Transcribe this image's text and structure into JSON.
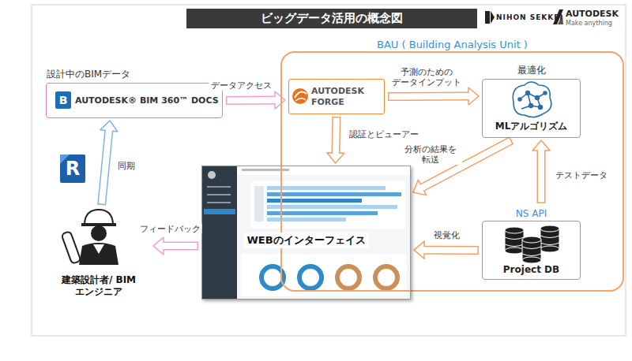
{
  "diagram": {
    "title": "ビッグデータ活用の概念図",
    "nodes": [
      {
        "text": [
          "設計中のBIMデータ",
          "AUTODESK® BIM 360™ DOCS"
        ]
      },
      {
        "text": [
          "BAU ( Building Analysis Unit )"
        ]
      },
      {
        "text": [
          "AUTODESK FORGE"
        ],
        "in": 1
      },
      {
        "text": [
          "最適化",
          "MLアルゴリズム"
        ],
        "in": 1
      },
      {
        "text": [
          "WEBのインターフェイス"
        ]
      },
      {
        "text": [
          "NS API",
          "Project DB"
        ],
        "in": 1
      },
      {
        "text": [
          "建築設計者/ BIM エンジニア"
        ]
      }
    ],
    "edges": [
      {
        "from": 0,
        "to": 2,
        "arrow": "to",
        "label": "データアクセス"
      },
      {
        "from": 2,
        "to": 3,
        "arrow": "to",
        "label": "予測のための データインプット"
      },
      {
        "from": 2,
        "to": 4,
        "arrow": "to",
        "label": "認証とビューアー"
      },
      {
        "from": 3,
        "to": 4,
        "arrow": "to",
        "label": "分析の結果を 転送"
      },
      {
        "from": 5,
        "to": 3,
        "arrow": "to",
        "label": "テストデータ"
      },
      {
        "from": 5,
        "to": 4,
        "arrow": "to",
        "label": "視覚化"
      },
      {
        "from": 4,
        "to": 6,
        "arrow": "to",
        "label": "フィードバック"
      },
      {
        "from": 6,
        "to": 0,
        "arrow": "to",
        "label": "同期"
      }
    ],
    "labels": [
      "NIHON SEKKEI",
      "AUTODESK",
      "Make anything",
      "B",
      "R"
    ]
  }
}
